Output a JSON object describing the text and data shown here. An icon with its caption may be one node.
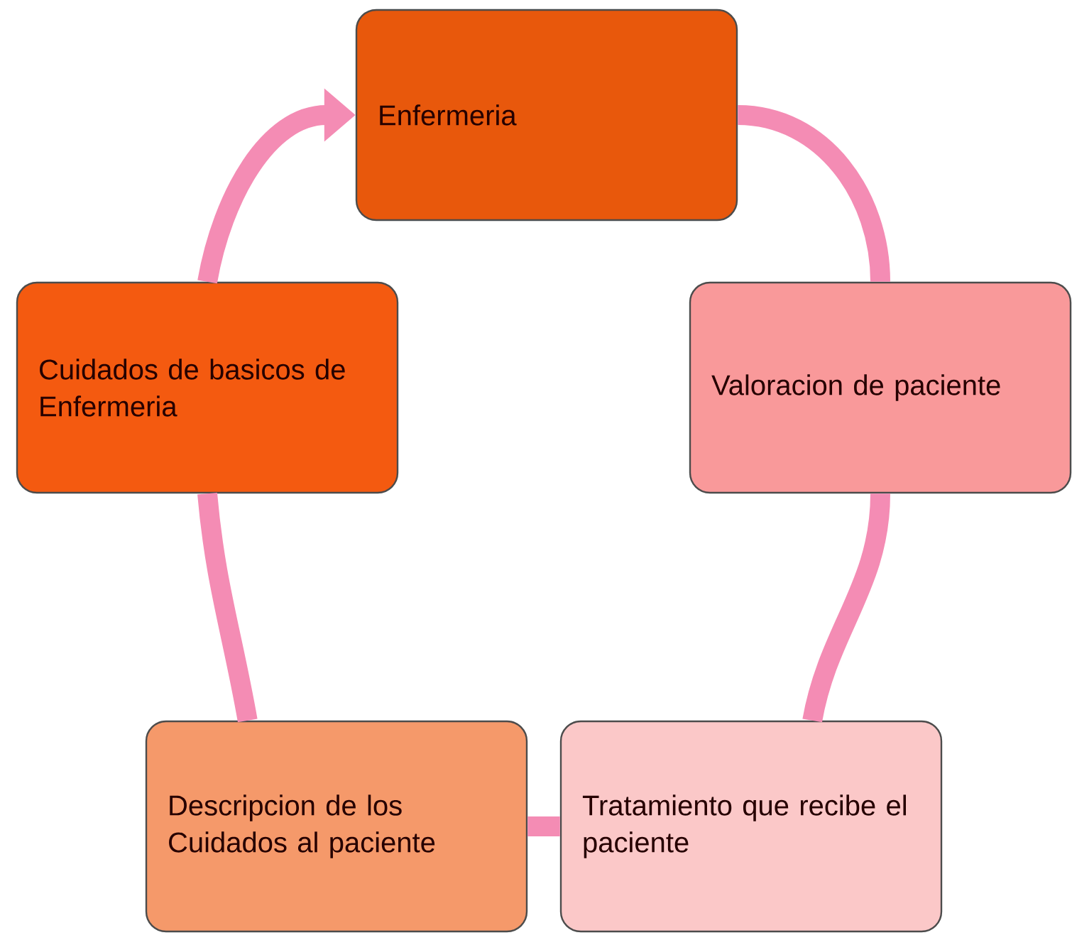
{
  "diagram": {
    "nodes": [
      {
        "text": [
          "Enfermeria"
        ]
      },
      {
        "text": [
          "Valoracion de paciente"
        ]
      },
      {
        "text": [
          "Tratamiento que recibe el paciente"
        ]
      },
      {
        "text": [
          "Descripcion de los Cuidados al paciente"
        ]
      },
      {
        "text": [
          "Cuidados de basicos de Enfermeria"
        ]
      }
    ],
    "edges": [
      {
        "from": 0,
        "to": 1,
        "arrow": "none"
      },
      {
        "from": 1,
        "to": 2,
        "arrow": "none"
      },
      {
        "from": 2,
        "to": 3,
        "arrow": "none"
      },
      {
        "from": 3,
        "to": 4,
        "arrow": "none"
      },
      {
        "from": 4,
        "to": 0,
        "arrow": "to"
      }
    ]
  }
}
